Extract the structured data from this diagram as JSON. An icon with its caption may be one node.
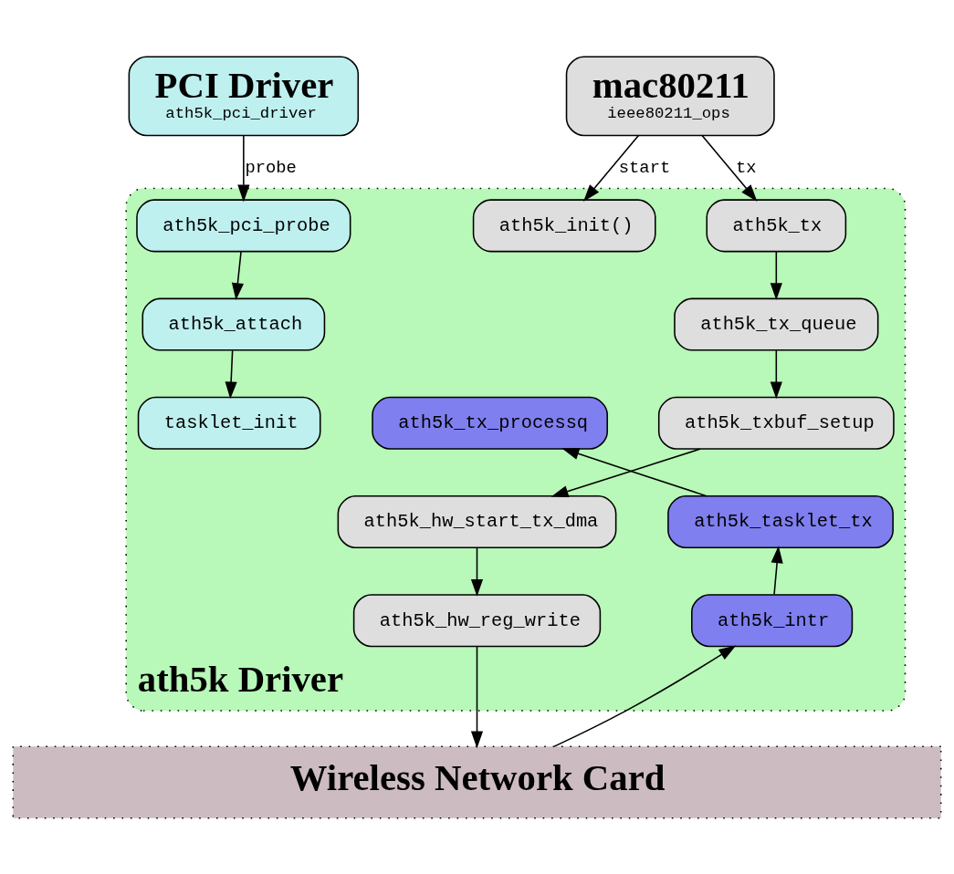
{
  "diagram": {
    "nodes": [
      {
        "text": [
          "PCI Driver",
          "ath5k_pci_driver"
        ]
      },
      {
        "text": [
          "mac80211",
          "ieee80211_ops"
        ]
      },
      {
        "text": [
          "ath5k Driver"
        ]
      },
      {
        "text": [
          "ath5k_pci_probe"
        ],
        "in": 2
      },
      {
        "text": [
          "ath5k_attach"
        ],
        "in": 2
      },
      {
        "text": [
          "tasklet_init"
        ],
        "in": 2
      },
      {
        "text": [
          "ath5k_init()"
        ],
        "in": 2
      },
      {
        "text": [
          "ath5k_tx_processq"
        ],
        "in": 2
      },
      {
        "text": [
          "ath5k_tasklet_tx"
        ],
        "in": 2
      },
      {
        "text": [
          "ath5k_intr"
        ],
        "in": 2
      },
      {
        "text": [
          "ath5k_tx"
        ],
        "in": 2
      },
      {
        "text": [
          "ath5k_tx_queue"
        ],
        "in": 2
      },
      {
        "text": [
          "ath5k_txbuf_setup"
        ],
        "in": 2
      },
      {
        "text": [
          "ath5k_hw_start_tx_dma"
        ],
        "in": 2
      },
      {
        "text": [
          "ath5k_hw_reg_write"
        ],
        "in": 2
      },
      {
        "text": [
          "Wireless Network Card"
        ]
      }
    ],
    "edges": [
      {
        "from": 0,
        "to": 3,
        "arrow": "to",
        "label": "probe"
      },
      {
        "from": 1,
        "to": 6,
        "arrow": "to",
        "label": "start"
      },
      {
        "from": 1,
        "to": 10,
        "arrow": "to",
        "label": "tx"
      },
      {
        "from": 3,
        "to": 4,
        "arrow": "to"
      },
      {
        "from": 4,
        "to": 5,
        "arrow": "to"
      },
      {
        "from": 10,
        "to": 11,
        "arrow": "to"
      },
      {
        "from": 11,
        "to": 12,
        "arrow": "to"
      },
      {
        "from": 12,
        "to": 13,
        "arrow": "to"
      },
      {
        "from": 13,
        "to": 14,
        "arrow": "to"
      },
      {
        "from": 14,
        "to": 15,
        "arrow": "to"
      },
      {
        "from": 15,
        "to": 9,
        "arrow": "to"
      },
      {
        "from": 9,
        "to": 8,
        "arrow": "to"
      },
      {
        "from": 8,
        "to": 7,
        "arrow": "to"
      }
    ]
  }
}
